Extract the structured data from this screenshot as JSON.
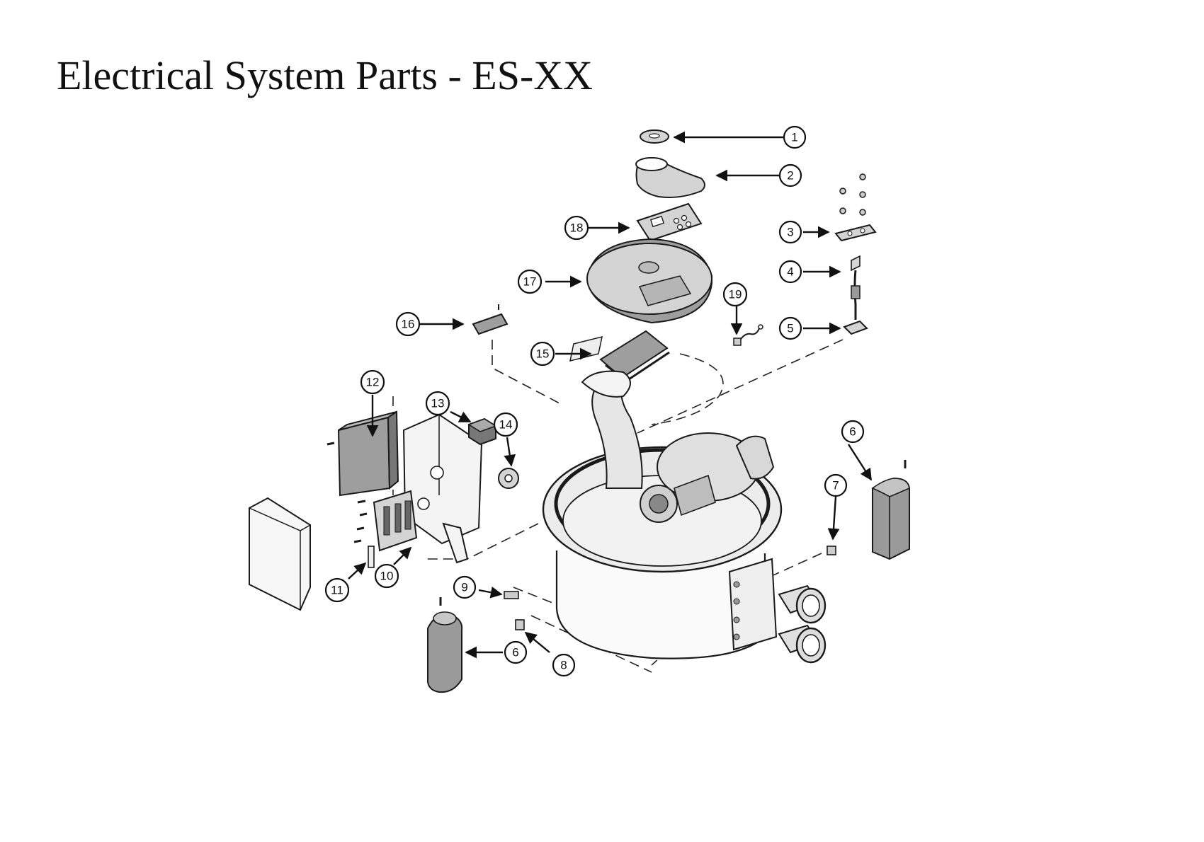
{
  "title": "Electrical System Parts - ES-XX",
  "callouts": [
    {
      "id": "c1",
      "label": "1"
    },
    {
      "id": "c2",
      "label": "2"
    },
    {
      "id": "c3",
      "label": "3"
    },
    {
      "id": "c4",
      "label": "4"
    },
    {
      "id": "c5",
      "label": "5"
    },
    {
      "id": "c6a",
      "label": "6"
    },
    {
      "id": "c6b",
      "label": "6"
    },
    {
      "id": "c7",
      "label": "7"
    },
    {
      "id": "c8",
      "label": "8"
    },
    {
      "id": "c9",
      "label": "9"
    },
    {
      "id": "c10",
      "label": "10"
    },
    {
      "id": "c11",
      "label": "11"
    },
    {
      "id": "c12",
      "label": "12"
    },
    {
      "id": "c13",
      "label": "13"
    },
    {
      "id": "c14",
      "label": "14"
    },
    {
      "id": "c15",
      "label": "15"
    },
    {
      "id": "c16",
      "label": "16"
    },
    {
      "id": "c17",
      "label": "17"
    },
    {
      "id": "c18",
      "label": "18"
    },
    {
      "id": "c19",
      "label": "19"
    }
  ]
}
